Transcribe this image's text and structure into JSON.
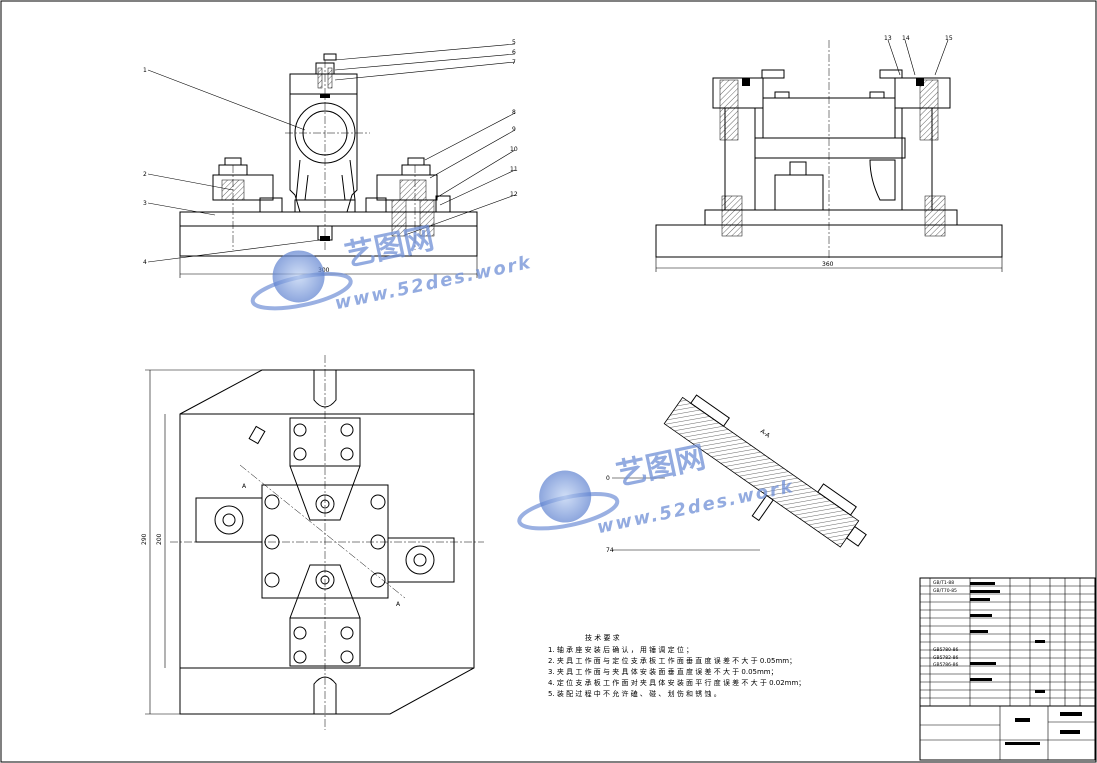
{
  "front_view": {
    "part_labels": [
      "1",
      "2",
      "3",
      "4",
      "5",
      "6",
      "7",
      "8",
      "9",
      "10",
      "11",
      "12"
    ],
    "dimension": "300"
  },
  "side_view": {
    "part_labels": [
      "13",
      "14",
      "15"
    ],
    "dimension": "360"
  },
  "top_view": {
    "dim_outer": "290",
    "dim_inner": "200",
    "section_mark": "A"
  },
  "section_view": {
    "title": "A-A",
    "dim_left": "0",
    "dim_bottom": "74"
  },
  "watermark": {
    "brand": "艺图网",
    "url": "www.52des.work"
  },
  "technical_requirements": {
    "title": "技 术 要 求",
    "lines": [
      "1. 轴 承 座 安 装 后 确 认 ， 用 锤 调 定 位 ；",
      "2. 夹 具 工 作 面 与 定 位 支 承 板 工 作 面 垂 直 度 误 差 不 大 于 0.05mm；",
      "3. 夹 具 工 作 面 与 夹 具 体 安 装 面 垂 直 度 误 差 不 大 于 0.05mm；",
      "4. 定 位 支 承 板 工 作 面 对 夹 具 体 安 装 面 平 行 度 误 差 不 大 于 0.02mm；",
      "5. 装 配 过 程 中 不 允 许 磕 、 碰 、 划 伤 和 锈 蚀 。"
    ]
  },
  "bom": {
    "standards": [
      "GB/T1-88",
      "GB/T70-85",
      "GB5780-86",
      "GB5782-86",
      "GB5786-86"
    ]
  }
}
